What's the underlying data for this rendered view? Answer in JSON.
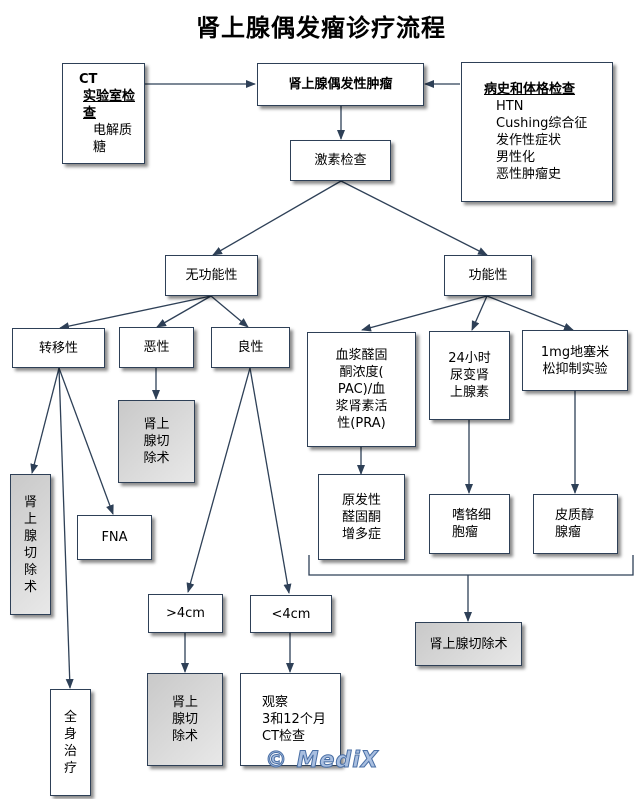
{
  "title": "肾上腺偶发瘤诊疗流程",
  "colors": {
    "line": "#2e4057",
    "gray_box": "#d4d4d4",
    "watermark": "#a9bfe0"
  },
  "nodes": {
    "ct_lab": {
      "lines": [
        "CT",
        "实验室检查",
        "电解质",
        "糖"
      ]
    },
    "incidentaloma": {
      "lines": [
        "肾上腺偶发性肿瘤"
      ]
    },
    "history": {
      "lines": [
        "病史和体格检查",
        "HTN",
        "Cushing综合征",
        "发作性症状",
        "男性化",
        "恶性肿瘤史"
      ]
    },
    "hormone": {
      "lines": [
        "激素检查"
      ]
    },
    "nonfunctional": {
      "lines": [
        "无功能性"
      ]
    },
    "functional": {
      "lines": [
        "功能性"
      ]
    },
    "metastatic": {
      "lines": [
        "转移性"
      ]
    },
    "malignant": {
      "lines": [
        "恶性"
      ]
    },
    "benign": {
      "lines": [
        "良性"
      ]
    },
    "adrenalectomy_malignant": {
      "lines": [
        "肾上",
        "腺切",
        "除术"
      ]
    },
    "adrenalectomy_metastatic": {
      "lines": [
        "肾",
        "上",
        "腺",
        "切",
        "除",
        "术"
      ]
    },
    "fna": {
      "lines": [
        "FNA"
      ]
    },
    "systemic": {
      "lines": [
        "全",
        "身",
        "治",
        "疗"
      ]
    },
    "gt4": {
      "lines": [
        ">4cm"
      ]
    },
    "lt4": {
      "lines": [
        "<4cm"
      ]
    },
    "adrenalectomy_gt4": {
      "lines": [
        "肾上",
        "腺切",
        "除术"
      ]
    },
    "observe": {
      "lines": [
        "观察",
        "3和12个月",
        "CT检查"
      ]
    },
    "pac_pra": {
      "lines": [
        "血浆醛固",
        "酮浓度(",
        "PAC)/血",
        "浆肾素活",
        "性(PRA)"
      ]
    },
    "urine_24h": {
      "lines": [
        "24小时",
        "尿变肾",
        "上腺素"
      ]
    },
    "dex_test": {
      "lines": [
        "1mg地塞米",
        "松抑制实验"
      ]
    },
    "aldosteronism": {
      "lines": [
        "原发性",
        "醛固酮",
        "增多症"
      ]
    },
    "pheo": {
      "lines": [
        "嗜铬细",
        "胞瘤"
      ]
    },
    "cortisol_adenoma": {
      "lines": [
        "皮质醇",
        "腺瘤"
      ]
    },
    "adrenalectomy_functional": {
      "lines": [
        "肾上腺切除术"
      ]
    }
  },
  "watermark": "© MediX"
}
